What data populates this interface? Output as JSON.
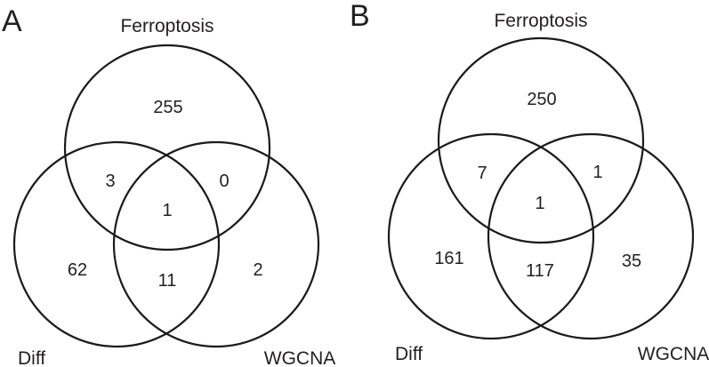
{
  "figure": {
    "stroke_color": "#1a1a1a",
    "text_color": "#231f20",
    "panels": [
      {
        "label": "A",
        "set_labels": {
          "top": "Ferroptosis",
          "left": "Diff",
          "right": "WGCNA"
        },
        "counts": {
          "ferroptosis_only": "255",
          "ferroptosis_diff": "3",
          "ferroptosis_wgcna": "0",
          "all_three": "1",
          "diff_only": "62",
          "diff_wgcna": "11",
          "wgcna_only": "2"
        }
      },
      {
        "label": "B",
        "set_labels": {
          "top": "Ferroptosis",
          "left": "Diff",
          "right": "WGCNA"
        },
        "counts": {
          "ferroptosis_only": "250",
          "ferroptosis_diff": "7",
          "ferroptosis_wgcna": "1",
          "all_three": "1",
          "diff_only": "161",
          "diff_wgcna": "117",
          "wgcna_only": "35"
        }
      }
    ]
  },
  "chart_data": [
    {
      "type": "venn",
      "panel": "A",
      "sets": [
        "Ferroptosis",
        "Diff",
        "WGCNA"
      ],
      "region_counts": {
        "Ferroptosis_only": 255,
        "Diff_only": 62,
        "WGCNA_only": 2,
        "Ferroptosis_and_Diff": 3,
        "Ferroptosis_and_WGCNA": 0,
        "Diff_and_WGCNA": 11,
        "Ferroptosis_and_Diff_and_WGCNA": 1
      }
    },
    {
      "type": "venn",
      "panel": "B",
      "sets": [
        "Ferroptosis",
        "Diff",
        "WGCNA"
      ],
      "region_counts": {
        "Ferroptosis_only": 250,
        "Diff_only": 161,
        "WGCNA_only": 35,
        "Ferroptosis_and_Diff": 7,
        "Ferroptosis_and_WGCNA": 1,
        "Diff_and_WGCNA": 117,
        "Ferroptosis_and_Diff_and_WGCNA": 1
      }
    }
  ]
}
